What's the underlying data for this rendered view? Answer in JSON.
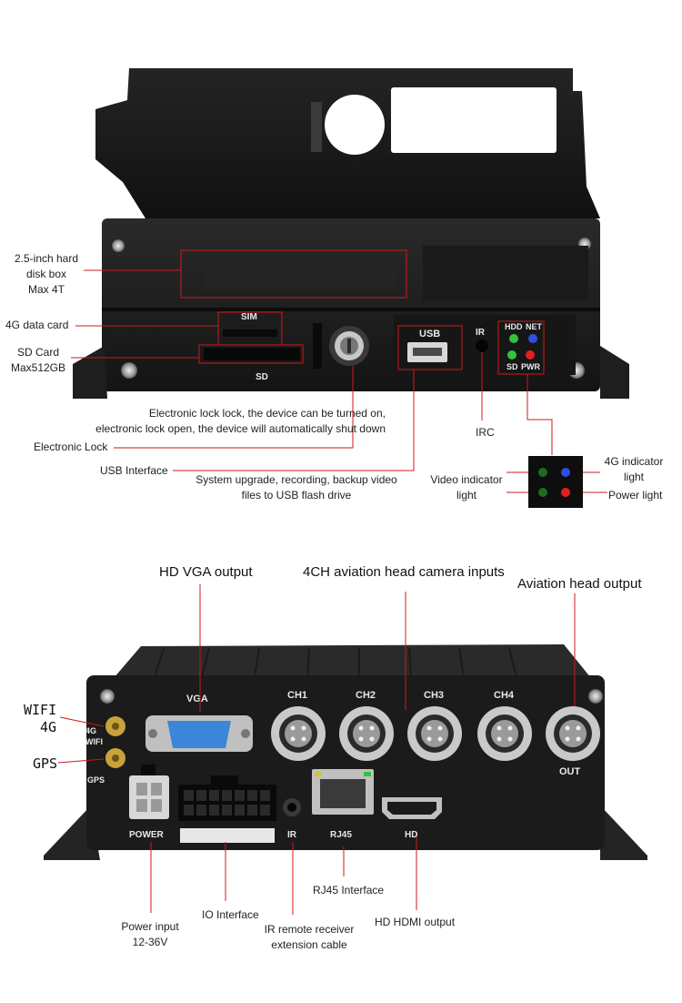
{
  "front": {
    "panel_labels": {
      "sim": "SIM",
      "sd": "SD",
      "usb": "USB",
      "ir": "IR",
      "hdd": "HDD",
      "net": "NET",
      "sd_led": "SD",
      "pwr": "PWR"
    },
    "callouts": {
      "hdd_box_1": "2.5-inch hard",
      "hdd_box_2": "disk box",
      "hdd_box_3": "Max 4T",
      "data_card": "4G data card",
      "sd_card_1": "SD Card",
      "sd_card_2": "Max512GB",
      "lock_desc_1": "Electronic lock lock, the device can be turned on,",
      "lock_desc_2": "electronic lock open, the device will automatically shut down",
      "lock": "Electronic Lock",
      "usb": "USB Interface",
      "usb_desc_1": "System upgrade, recording, backup video",
      "usb_desc_2": "files to USB flash drive",
      "irc": "IRC",
      "video_led_1": "Video indicator",
      "video_led_2": "light",
      "g4_led_1": "4G indicator",
      "g4_led_2": "light",
      "power_led": "Power light"
    },
    "led_colors": {
      "hdd": "#35c23a",
      "net": "#2f4fe0",
      "sd": "#35c23a",
      "pwr": "#e02020"
    }
  },
  "rear": {
    "panel_labels": {
      "vga": "VGA",
      "ch1": "CH1",
      "ch2": "CH2",
      "ch3": "CH3",
      "ch4": "CH4",
      "out": "OUT",
      "wifi_4g_1": "4G",
      "wifi_4g_2": "WIFI",
      "gps": "GPS",
      "power": "POWER",
      "ir": "IR",
      "rj45": "RJ45",
      "hd": "HD"
    },
    "callouts": {
      "vga": "HD VGA output",
      "cam_inputs": "4CH aviation head camera inputs",
      "aviation_out": "Aviation head output",
      "wifi": "WIFI",
      "g4": "4G",
      "gps": "GPS",
      "power_1": "Power input",
      "power_2": "12-36V",
      "io": "IO Interface",
      "ir_1": "IR remote receiver",
      "ir_2": "extension cable",
      "rj45": "RJ45 Interface",
      "hdmi": "HD HDMI output"
    }
  },
  "colors": {
    "callout_line": "#d01818",
    "body": "#1b1b1b",
    "vga": "#3a86d8"
  }
}
